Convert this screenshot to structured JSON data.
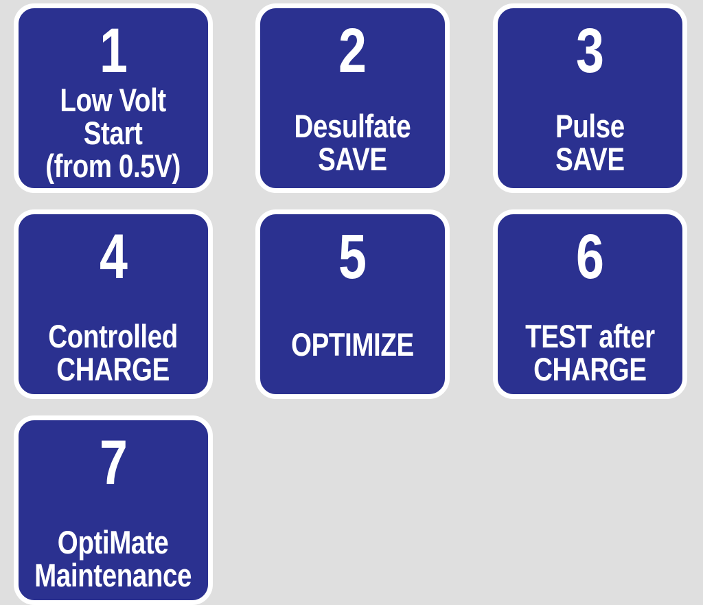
{
  "page": {
    "background_color": "#dfdfdf",
    "tile_color": "#2b3190",
    "tile_border_color": "#ffffff",
    "text_color": "#ffffff"
  },
  "steps": [
    {
      "number": "1",
      "label": "Low Volt\nStart\n(from 0.5V)",
      "name": "low-volt-start",
      "lines": 3
    },
    {
      "number": "2",
      "label": "Desulfate\nSAVE",
      "name": "desulfate-save",
      "lines": 2
    },
    {
      "number": "3",
      "label": "Pulse\nSAVE",
      "name": "pulse-save",
      "lines": 2
    },
    {
      "number": "4",
      "label": "Controlled\nCHARGE",
      "name": "controlled-charge",
      "lines": 2
    },
    {
      "number": "5",
      "label": "OPTIMIZE",
      "name": "optimize",
      "lines": 1
    },
    {
      "number": "6",
      "label": "TEST after\nCHARGE",
      "name": "test-after-charge",
      "lines": 2
    },
    {
      "number": "7",
      "label": "OptiMate\nMaintenance",
      "name": "optimate-maintenance",
      "lines": 2
    }
  ]
}
